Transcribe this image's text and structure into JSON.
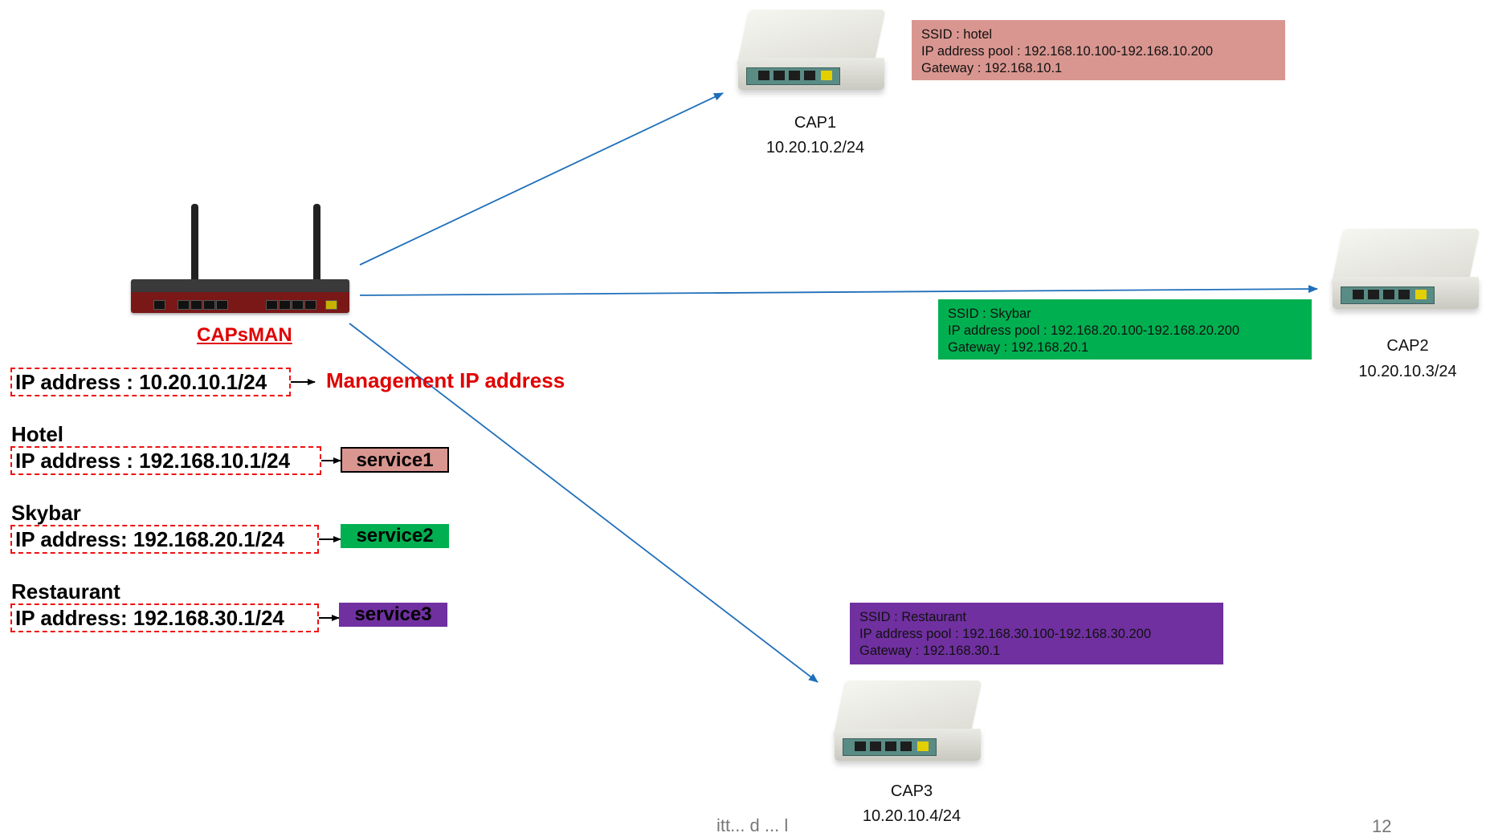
{
  "capsman": {
    "label": "CAPsMAN",
    "management_ip": "IP address : 10.20.10.1/24",
    "management_label": "Management IP address"
  },
  "services": [
    {
      "group": "Hotel",
      "ip": "IP address : 192.168.10.1/24",
      "service": "service1",
      "color": "#d99690"
    },
    {
      "group": "Skybar",
      "ip": "IP address: 192.168.20.1/24",
      "service": "service2",
      "color": "#00b050"
    },
    {
      "group": "Restaurant",
      "ip": "IP address: 192.168.30.1/24",
      "service": "service3",
      "color": "#7030a0"
    }
  ],
  "caps": [
    {
      "name": "CAP1",
      "ip": "10.20.10.2/24"
    },
    {
      "name": "CAP2",
      "ip": "10.20.10.3/24"
    },
    {
      "name": "CAP3",
      "ip": "10.20.10.4/24"
    }
  ],
  "ssid_boxes": [
    {
      "ssid": "SSID : hotel",
      "pool": "IP address pool : 192.168.10.100-192.168.10.200",
      "gateway": "Gateway : 192.168.10.1",
      "color": "#d99690"
    },
    {
      "ssid": "SSID : Skybar",
      "pool": "IP address pool : 192.168.20.100-192.168.20.200",
      "gateway": "Gateway : 192.168.20.1",
      "color": "#00b050"
    },
    {
      "ssid": "SSID : Restaurant",
      "pool": "IP address pool : 192.168.30.100-192.168.30.200",
      "gateway": "Gateway : 192.168.30.1",
      "color": "#7030a0"
    }
  ],
  "footer": {
    "fragment": "itt... d ... l",
    "page_number": "12"
  },
  "colors": {
    "link": "#1f6fba",
    "dashed_border": "#e11111",
    "accent_red": "#e00000"
  }
}
